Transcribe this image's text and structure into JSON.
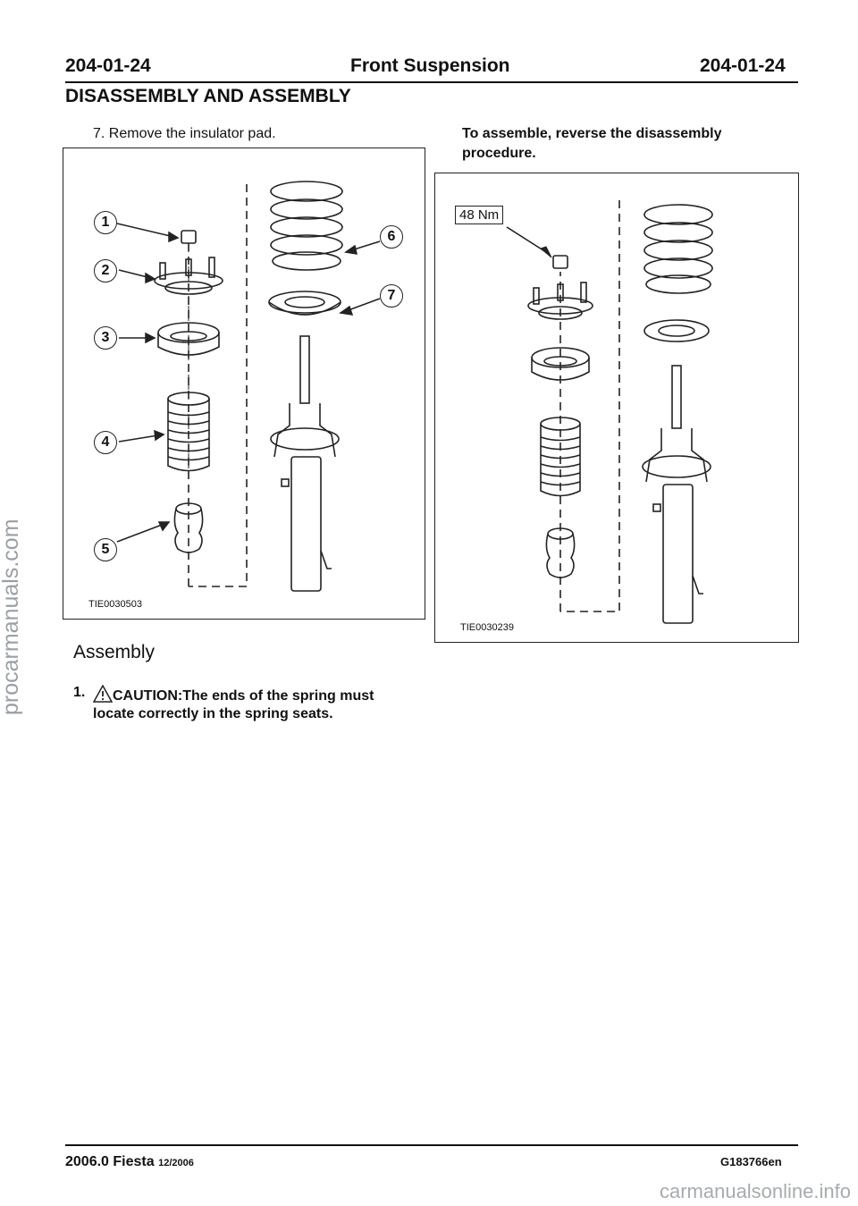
{
  "header": {
    "left_code": "204-01-24",
    "title": "Front Suspension",
    "right_code": "204-01-24"
  },
  "section_title": "DISASSEMBLY AND ASSEMBLY",
  "step7": {
    "text": "7. Remove the insulator pad."
  },
  "figure1": {
    "id": "TIE0030503",
    "callouts": [
      "1",
      "2",
      "3",
      "4",
      "5",
      "6",
      "7"
    ]
  },
  "assemble_note": {
    "line1": "To assemble, reverse the disassembly",
    "line2": "procedure."
  },
  "figure2": {
    "id": "TIE0030239",
    "torque": "48 Nm"
  },
  "assembly": {
    "heading": "Assembly",
    "step_number": "1.",
    "caution_label": "CAUTION:The ends of the spring must",
    "caution_line2": "locate correctly in the spring seats."
  },
  "footer": {
    "model": "2006.0 Fiesta",
    "date": "12/2006",
    "code": "G183766en"
  },
  "watermarks": {
    "side": "procarmanuals.com",
    "bottom": "carmanualsonline.info"
  }
}
